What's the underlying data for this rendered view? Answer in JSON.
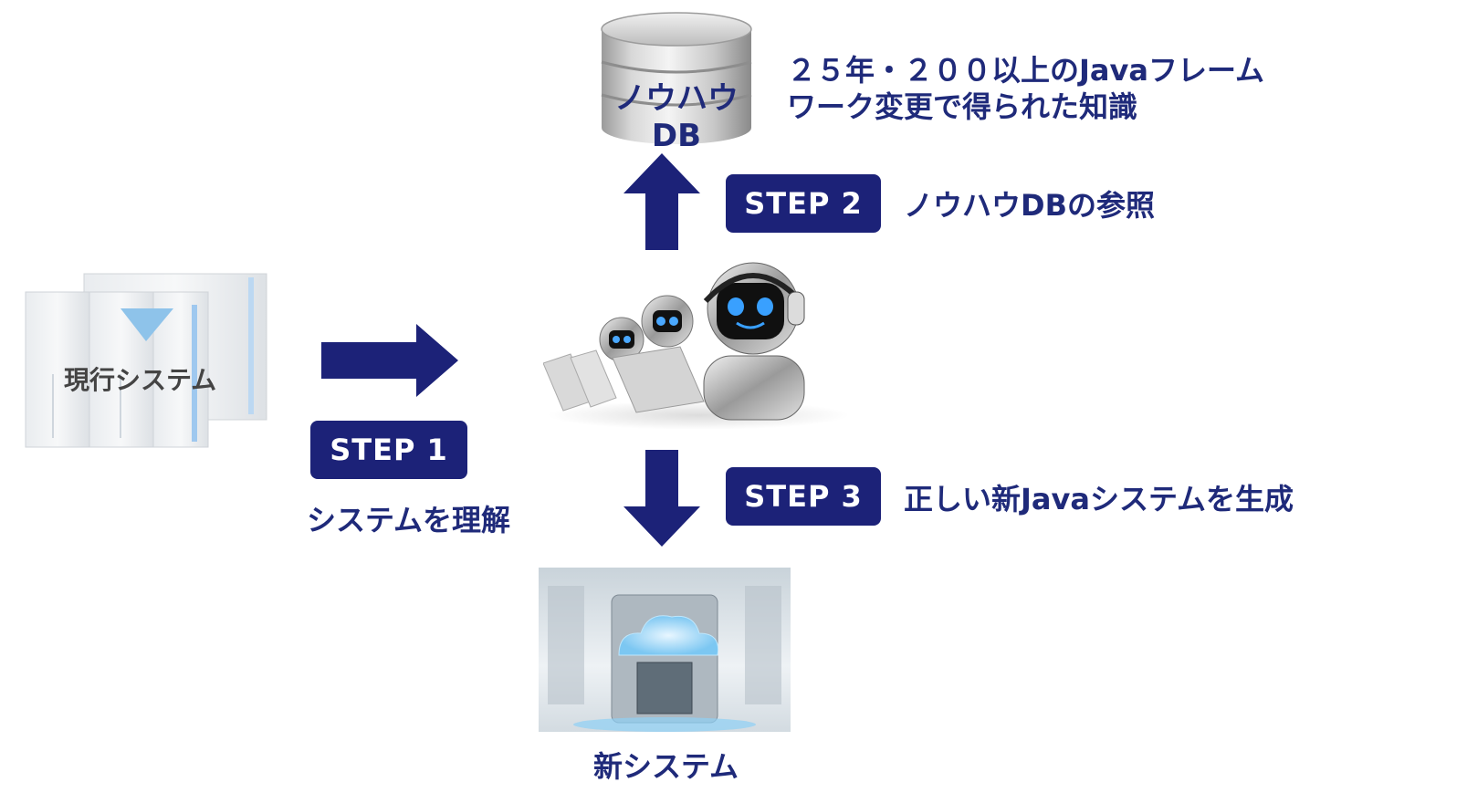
{
  "db": {
    "label": "ノウハウDB",
    "description_line1": "２５年・２００以上のJavaフレーム",
    "description_line2": "ワーク変更で得られた知識"
  },
  "current_system": {
    "label": "現行システム"
  },
  "new_system": {
    "label": "新システム"
  },
  "steps": [
    {
      "badge": "STEP 1",
      "text": "システムを理解"
    },
    {
      "badge": "STEP 2",
      "text": "ノウハウDBの参照"
    },
    {
      "badge": "STEP 3",
      "text": "正しい新Javaシステムを生成"
    }
  ],
  "colors": {
    "navy": "#1c2278",
    "text": "#1f2a7a"
  }
}
